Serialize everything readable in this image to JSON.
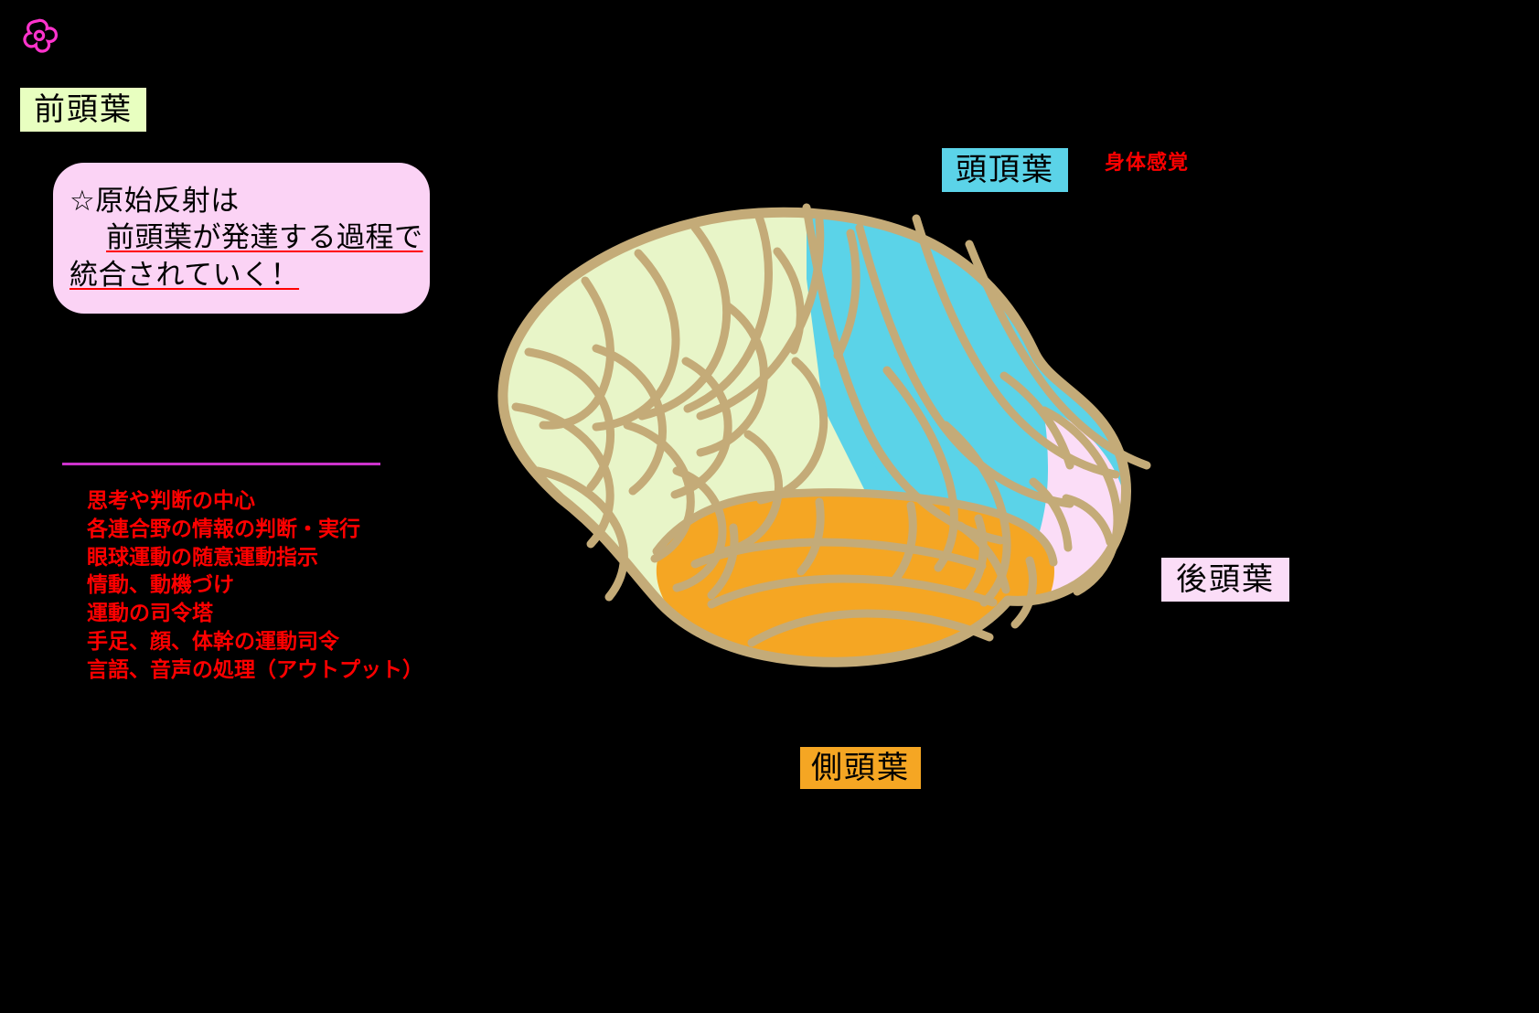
{
  "decor": {
    "flower_icon": "flower-icon",
    "flower_color": "#ff33cc"
  },
  "labels": {
    "frontal_lobe": "前頭葉",
    "parietal_lobe": "頭頂葉",
    "occipital_lobe": "後頭葉",
    "temporal_lobe": "側頭葉",
    "somatic_sensation": "身体感覚"
  },
  "label_colors": {
    "frontal_bg": "#e8ffc0",
    "parietal_bg": "#5bd3e8",
    "occipital_bg": "#fbddf7",
    "temporal_bg": "#f5a623",
    "somatic_text": "#ff0000",
    "divider": "#cc33cc",
    "callout_bg": "#fbd3f5",
    "list_text": "#ff0000",
    "background": "#000000"
  },
  "callout": {
    "line1": "☆原始反射は",
    "line2": "前頭葉が発達する過程で",
    "line3": "統合されていく！"
  },
  "function_list": {
    "items": [
      "思考や判断の中心",
      "各連合野の情報の判断・実行",
      "眼球運動の随意運動指示",
      "情動、動機づけ",
      "運動の司令塔",
      "手足、顔、体幹の運動司令",
      "言語、音声の処理（アウトプット）"
    ]
  },
  "brain": {
    "name": "brain-lateral-view-diagram",
    "regions": [
      {
        "name": "frontal-lobe-region",
        "color": "#e8f5c8"
      },
      {
        "name": "parietal-lobe-region",
        "color": "#5bd3e8"
      },
      {
        "name": "temporal-lobe-region",
        "color": "#f5a623"
      },
      {
        "name": "occipital-lobe-region",
        "color": "#fbddf7"
      }
    ],
    "outline_color": "#c4ab78"
  }
}
